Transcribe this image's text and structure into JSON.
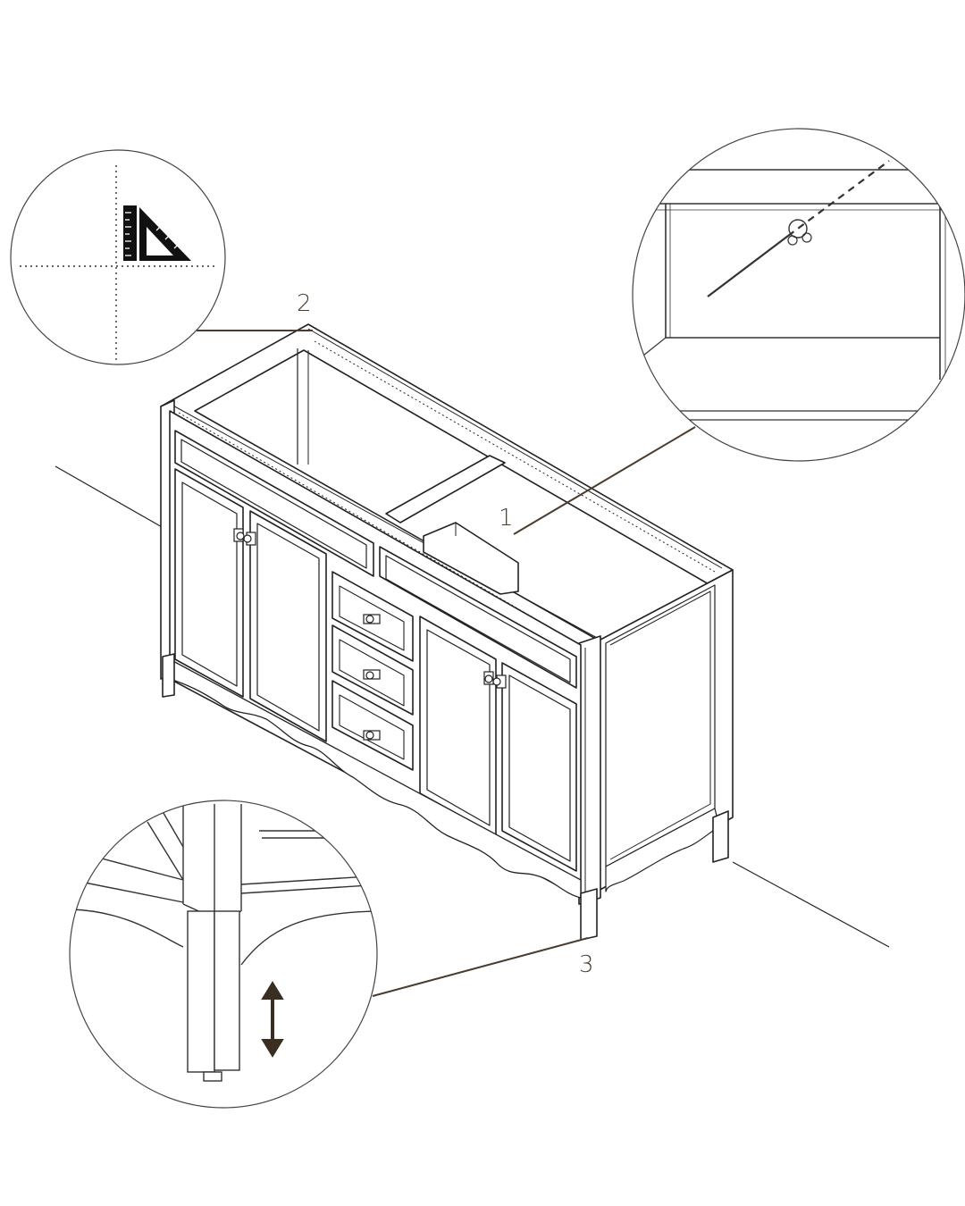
{
  "callouts": {
    "c1": "1",
    "c2": "2",
    "c3": "3"
  },
  "icons": {
    "square": "set-square-ruler-icon",
    "arrow": "double-arrow-vertical-icon"
  },
  "colors": {
    "line": "#222222",
    "leader": "#4a3d2e",
    "frame": "#444444"
  }
}
